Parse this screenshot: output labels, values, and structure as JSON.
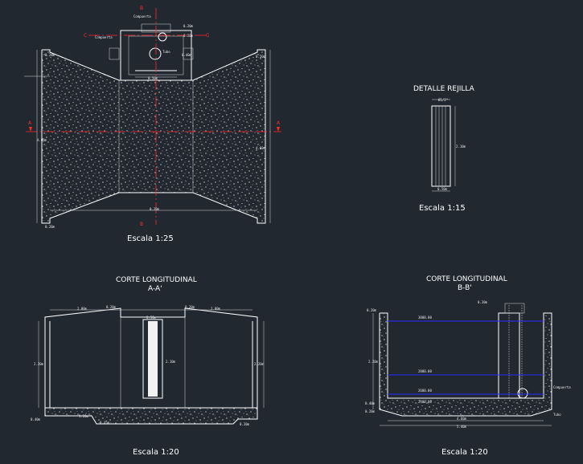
{
  "titles": {
    "detalle_rejilla": "DETALLE REJILLA",
    "corte_aa_line1": "CORTE LONGITUDINAL",
    "corte_aa_line2": "A-A'",
    "corte_bb_line1": "CORTE LONGITUDINAL",
    "corte_bb_line2": "B-B'"
  },
  "scales": {
    "plan": "Escala 1:25",
    "rejilla": "Escala 1:15",
    "corte_aa": "Escala 1:20",
    "corte_bb": "Escala 1:20"
  },
  "section_marks": {
    "a_left": "A",
    "a_right": "A",
    "b_top": "B",
    "b_bottom": "B",
    "c_left": "C",
    "c_right": "C"
  },
  "plan_dims": {
    "left_top": "0.20m",
    "left_mid": "4.60m",
    "left_bottom": "0.20m",
    "right_top": "0.20m",
    "right_mid": "4.60m",
    "bottom_center": "0.20m",
    "top_gate": "0.50m",
    "compuerta_top": "Compuerta",
    "compuerta_left": "Compuerta",
    "tubo": "Tubo",
    "gate_w": "0.20m",
    "gate_d": "0.20m",
    "gate_e": "0.40m"
  },
  "rejilla_dims": {
    "top_left": "Ø1/2\"",
    "height": "2.10m",
    "width": "0.50m"
  },
  "aa_dims": {
    "top_left": "2.00m",
    "top_mid1": "0.20m",
    "top_mid2": "0.20m",
    "top_right": "2.00m",
    "top_center": "0.50m",
    "left_h": "2.20m",
    "right_h": "2.20m",
    "grate_h": "2.10m",
    "bottom_left": "0.40m",
    "bottom_mid1": "1.20m",
    "bottom_mid2": "0.15m",
    "bottom_right": "0.20m"
  },
  "bb_dims": {
    "top_left": "0.20m",
    "top_right": "0.20m",
    "left_h": "2.20m",
    "levels": [
      "3000.00",
      "2800.00",
      "2600.00",
      "2400.00"
    ],
    "bottom_w1": "4.60m",
    "bottom_w2": "5.40m",
    "right_note": "Compuerta",
    "right_note2": "Tubo",
    "side_a": "0.40m",
    "side_b": "0.20m"
  }
}
